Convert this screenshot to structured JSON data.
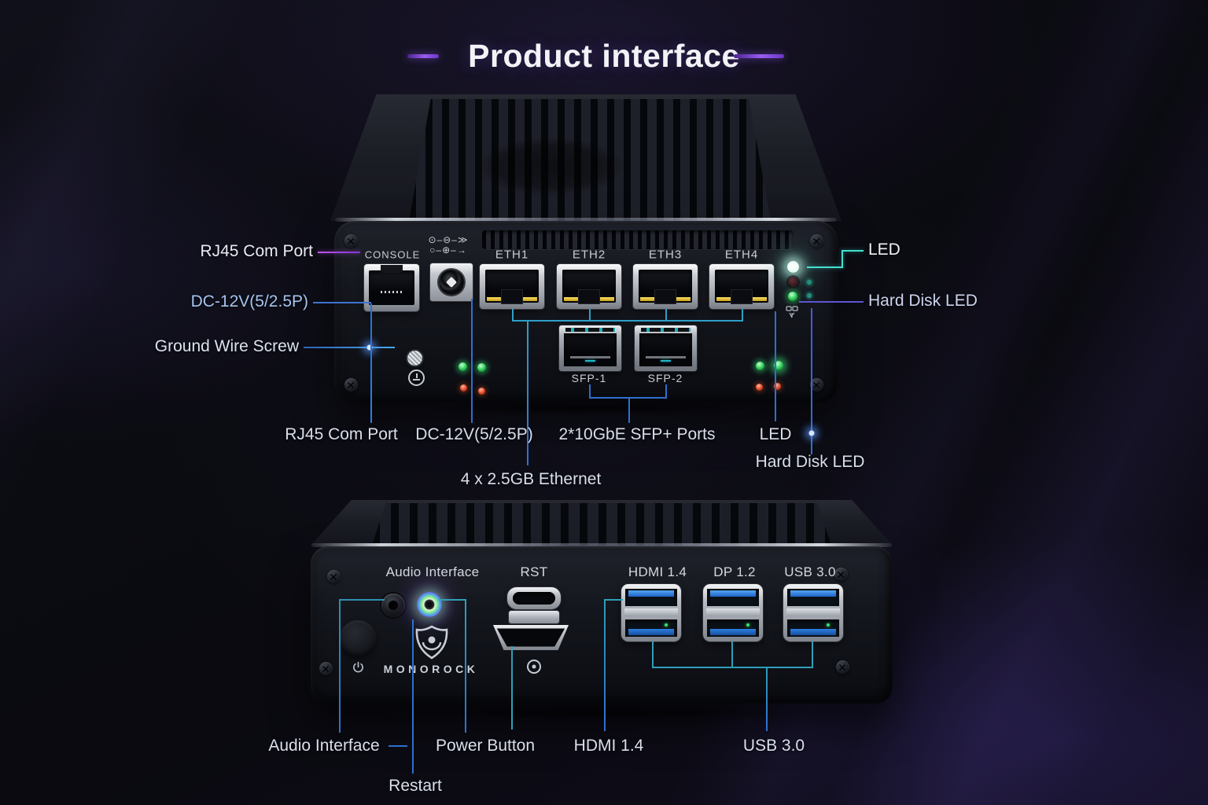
{
  "title": {
    "text": "Product interface"
  },
  "front_view": {
    "panel": {
      "console": "CONSOLE",
      "eth": [
        {
          "label": "ETH1"
        },
        {
          "label": "ETH2"
        },
        {
          "label": "ETH3"
        },
        {
          "label": "ETH4"
        }
      ],
      "sfp": [
        {
          "label": "SFP-1"
        },
        {
          "label": "SFP-2"
        }
      ],
      "polarity_icon": {
        "row1": "⊙–⊖–≫",
        "row2": "○–⊕–→"
      }
    },
    "left_callouts": [
      {
        "text": "RJ45 Com Port"
      },
      {
        "text": "DC-12V(5/2.5P)"
      },
      {
        "text": "Ground Wire Screw"
      }
    ],
    "right_callouts": [
      {
        "text": "LED"
      },
      {
        "text": "Hard Disk LED"
      }
    ],
    "bottom_callouts": [
      {
        "text": "RJ45 Com Port"
      },
      {
        "text": "DC-12V(5/2.5P)"
      },
      {
        "text": "2*10GbE SFP+ Ports"
      },
      {
        "text": "LED"
      },
      {
        "text": "Hard Disk LED"
      },
      {
        "text": "4 x 2.5GB Ethernet"
      }
    ]
  },
  "rear_view": {
    "panel_labels": [
      {
        "text": "Audio Interface"
      },
      {
        "text": "RST"
      },
      {
        "text": "HDMI 1.4"
      },
      {
        "text": "DP 1.2"
      },
      {
        "text": "USB 3.0"
      }
    ],
    "brand": {
      "name": "MONOROCK"
    },
    "bottom_callouts": [
      {
        "text": "Audio Interface"
      },
      {
        "text": "Restart"
      },
      {
        "text": "Power Button"
      },
      {
        "text": "HDMI 1.4"
      },
      {
        "text": "USB 3.0"
      }
    ]
  },
  "colors": {
    "background": "#0b0b13",
    "title_text": "#f2f3f7",
    "accent_purple": "#8a4fe8",
    "callout_magenta": "#b44fe0",
    "callout_blue": "#3a6fd0",
    "callout_teal": "#2f9fb8",
    "callout_cyan": "#43e2cf",
    "callout_indigo": "#5e55d6",
    "led_green": "#35d05a",
    "led_red": "#e0492a",
    "led_white": "#ffffff"
  }
}
